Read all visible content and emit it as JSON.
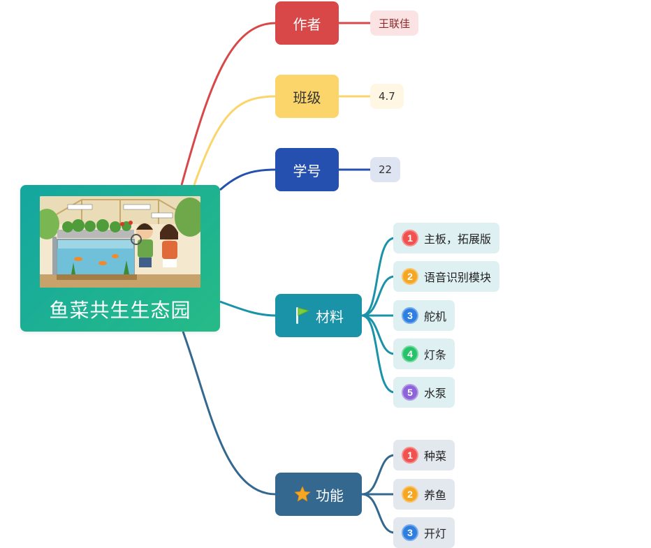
{
  "root": {
    "title": "鱼菜共生生态园",
    "image": "aquaponics-illustration"
  },
  "branches": {
    "author": {
      "label": "作者",
      "value": "王联佳",
      "color": "#d94848",
      "leaf_bg": "#fbe3e3"
    },
    "class": {
      "label": "班级",
      "value": "4.7",
      "color": "#fbd46a",
      "leaf_bg": "#fff7e3"
    },
    "student_id": {
      "label": "学号",
      "value": "22",
      "color": "#2550b0",
      "leaf_bg": "#dfe4f3"
    },
    "materials": {
      "label": "材料",
      "icon": "flag-icon",
      "color": "#1a93a8",
      "item_bg": "#dff0f3",
      "items": [
        "主板，拓展版",
        "语音识别模块",
        "舵机",
        "灯条",
        "水泵"
      ]
    },
    "functions": {
      "label": "功能",
      "icon": "star-icon",
      "color": "#35688f",
      "item_bg": "#e3e7ee",
      "items": [
        "种菜",
        "养鱼",
        "开灯"
      ]
    }
  },
  "badges": {
    "numbers": [
      "1",
      "2",
      "3",
      "4",
      "5"
    ],
    "colors": [
      "#f0524f",
      "#f5a623",
      "#2f7fe0",
      "#27c36a",
      "#8c63d9"
    ]
  }
}
